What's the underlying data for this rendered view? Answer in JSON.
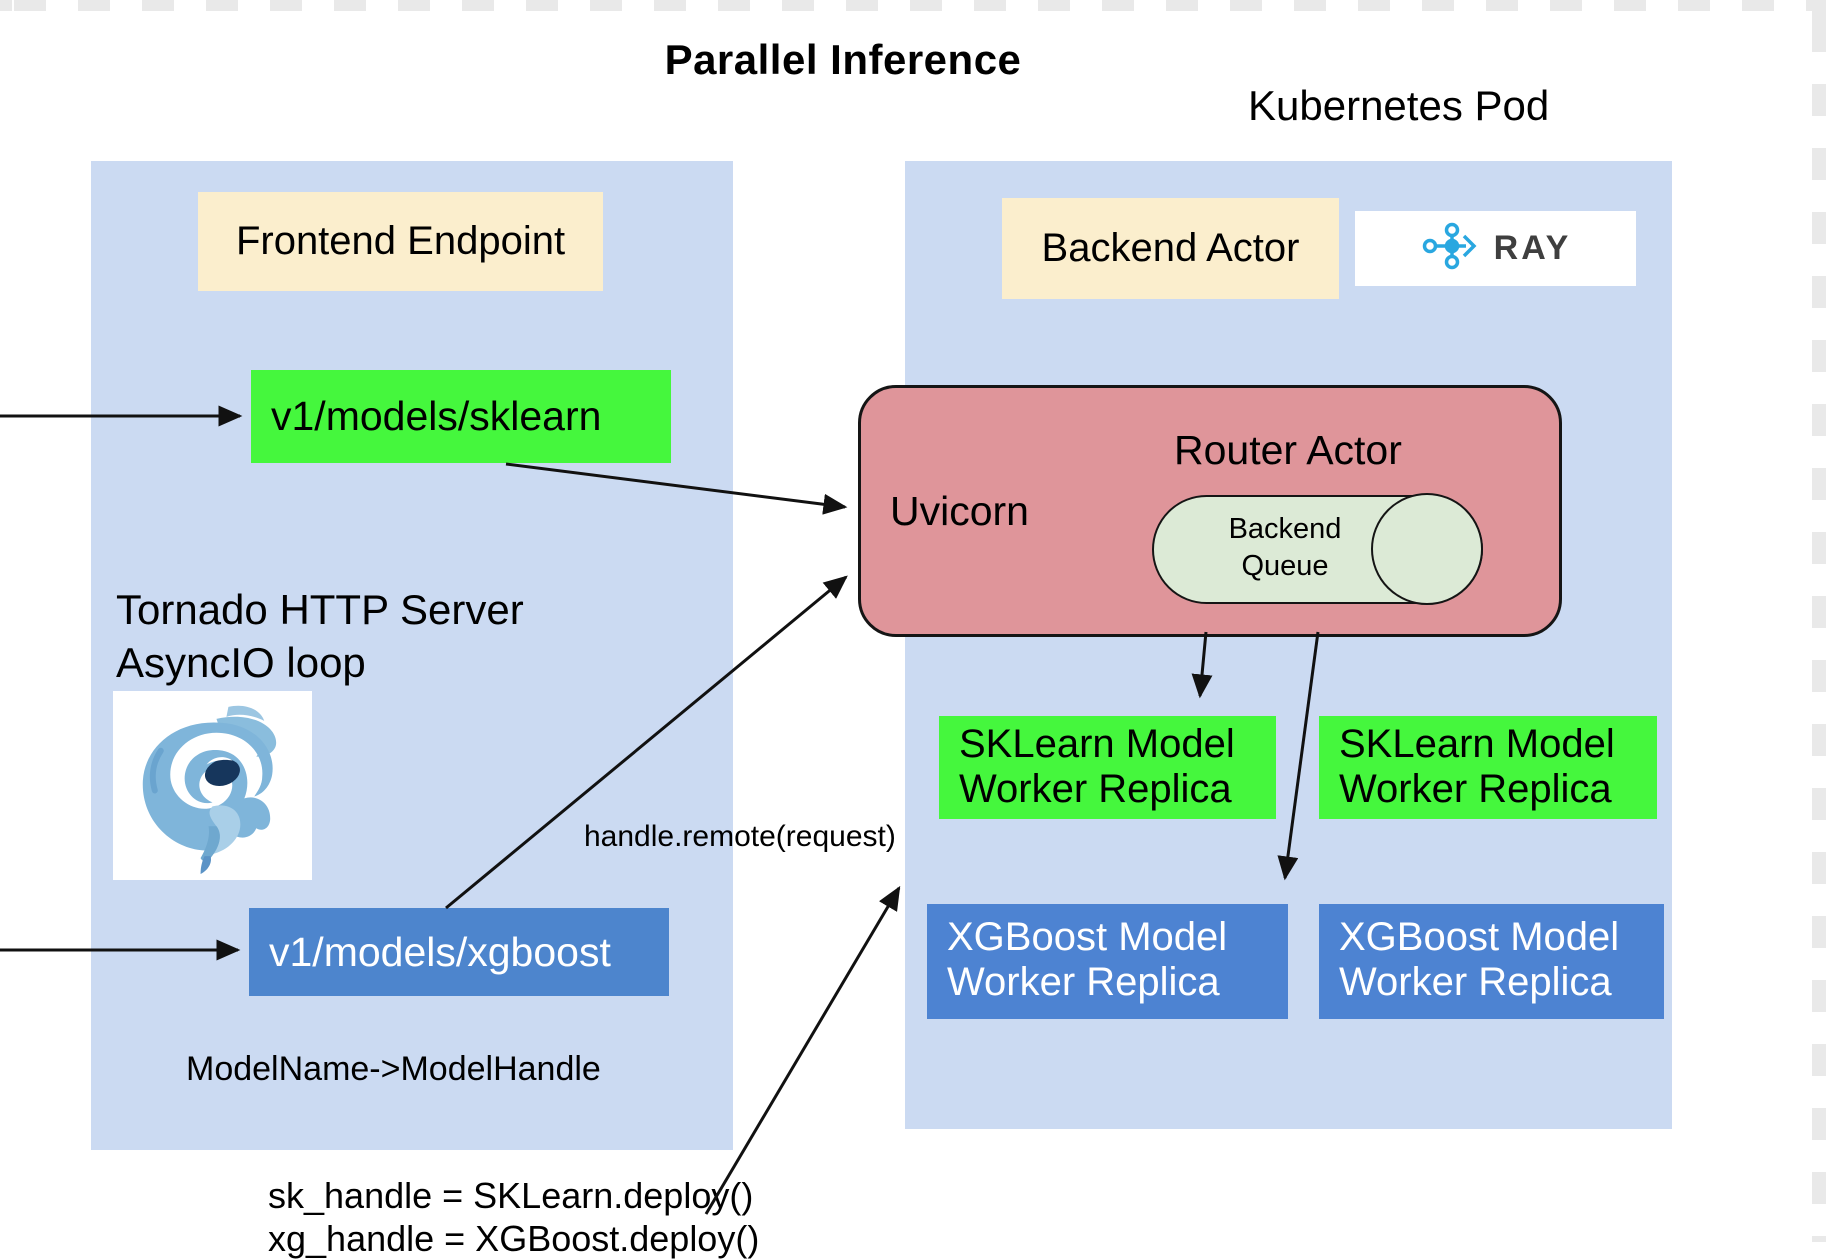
{
  "title": "Parallel Inference",
  "kubernetes_label": "Kubernetes Pod",
  "left_panel": {
    "frontend_endpoint": "Frontend Endpoint",
    "sklearn_route": "v1/models/sklearn",
    "tornado_line1": "Tornado HTTP Server",
    "tornado_line2": "AsyncIO loop",
    "xgboost_route": "v1/models/xgboost",
    "model_map": "ModelName->ModelHandle"
  },
  "right_panel": {
    "backend_actor": "Backend Actor",
    "ray_logo_text": "RAY",
    "router": {
      "title": "Router Actor",
      "server": "Uvicorn",
      "queue_line1": "Backend",
      "queue_line2": "Queue"
    },
    "workers": {
      "sklearn": [
        {
          "line1": "SKLearn Model",
          "line2": "Worker Replica"
        },
        {
          "line1": "SKLearn Model",
          "line2": "Worker Replica"
        }
      ],
      "xgboost": [
        {
          "line1": "XGBoost Model",
          "line2": "Worker Replica"
        },
        {
          "line1": "XGBoost Model",
          "line2": "Worker Replica"
        }
      ]
    }
  },
  "annotations": {
    "handle_remote": "handle.remote(request)",
    "deploy_line1": "sk_handle = SKLearn.deploy()",
    "deploy_line2": "xg_handle = XGBoost.deploy()"
  },
  "colors": {
    "panel_blue": "#cbdaf2",
    "router_pink": "#df959a",
    "queue_green": "#dcead6",
    "worker_green": "#45f73d",
    "worker_blue": "#4d83d2",
    "label_cream": "#fbeecd",
    "ray_blue": "#29a7e0"
  }
}
